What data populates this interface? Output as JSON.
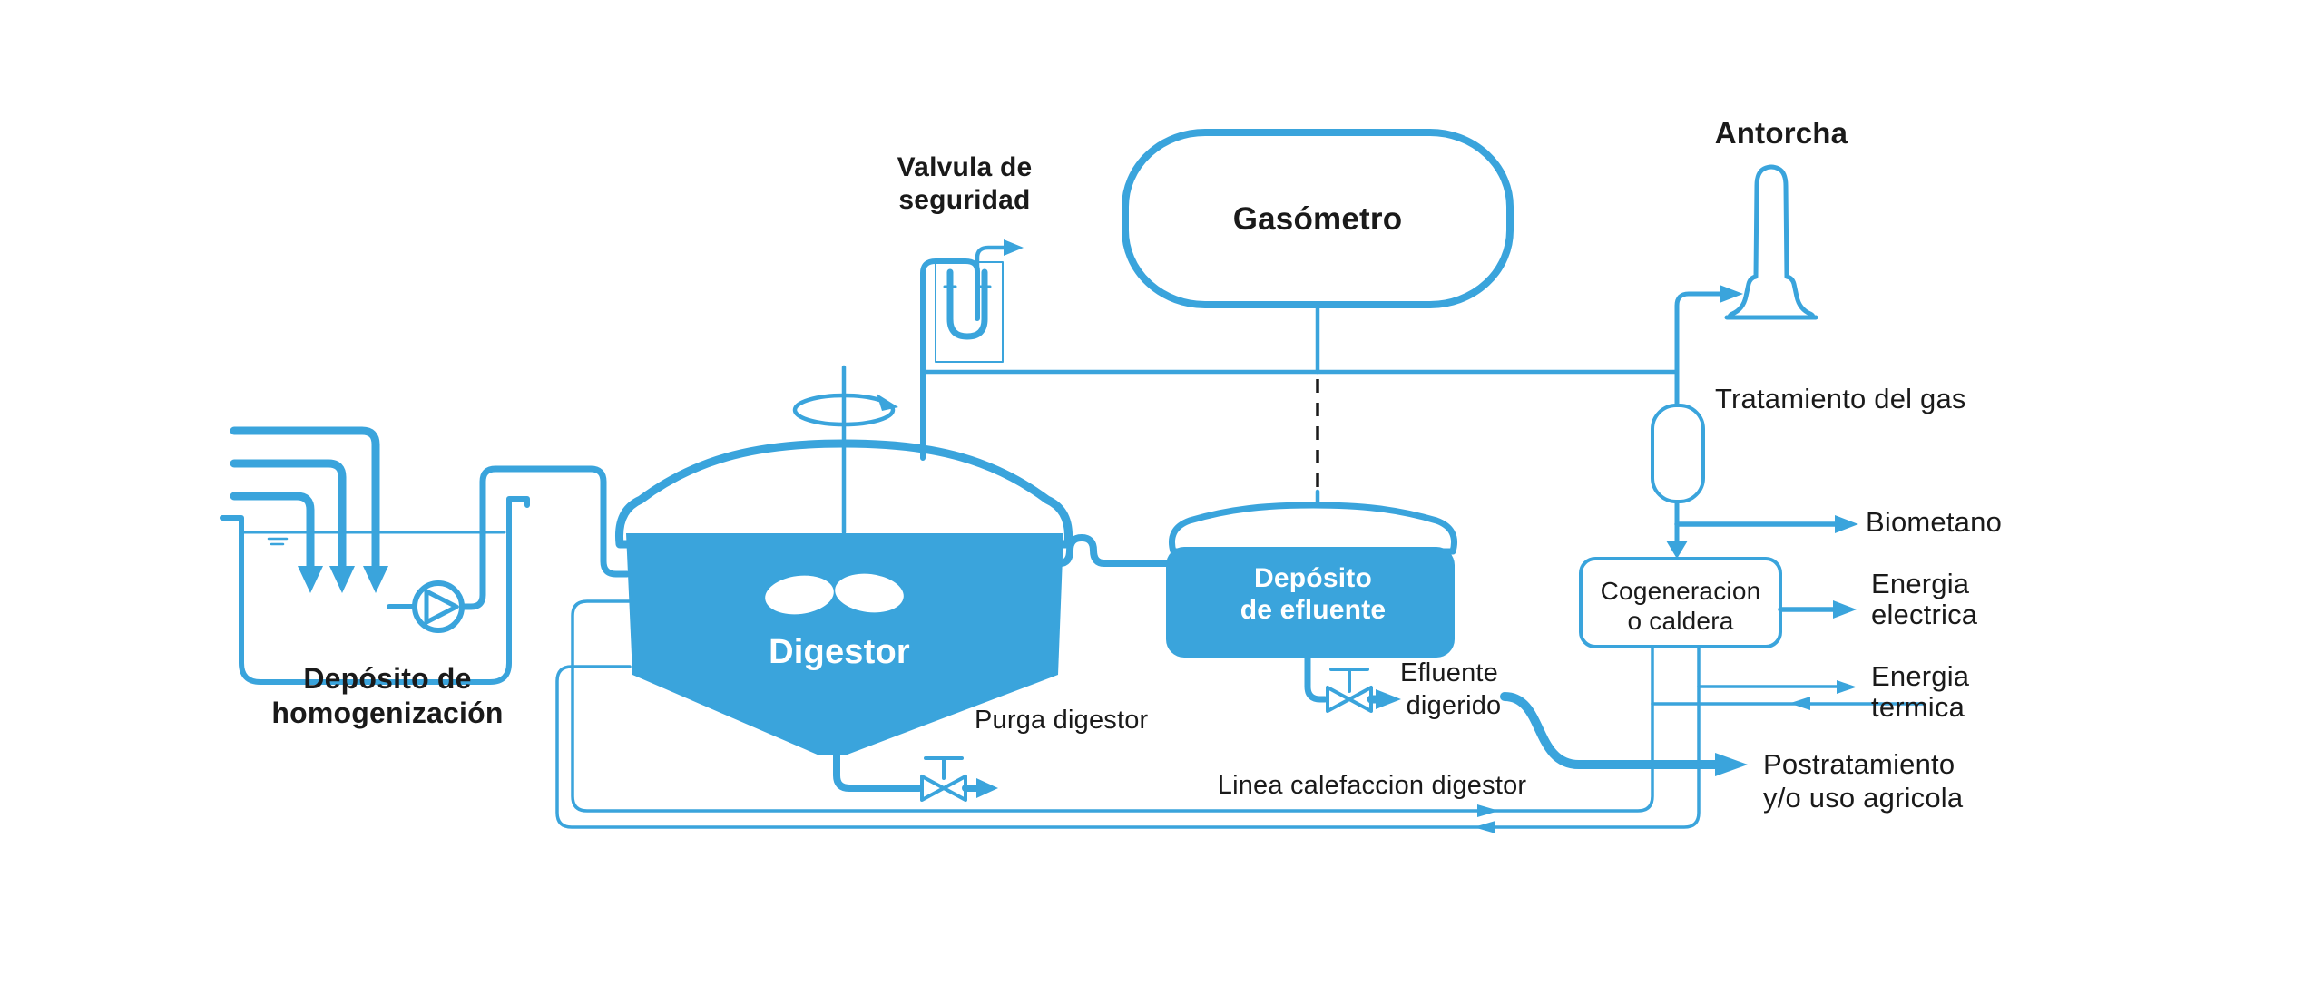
{
  "diagram": {
    "colors": {
      "line_blue": "#3aa4dc",
      "fill_blue": "#3aa4dc",
      "text_black": "#1a1a1a",
      "text_white": "#ffffff",
      "background": "#ffffff"
    },
    "labels": {
      "safety_valve": {
        "line1": "Valvula de",
        "line2": "seguridad"
      },
      "gasometer": "Gasómetro",
      "flare": "Antorcha",
      "gas_treatment": "Tratamiento del gas",
      "biomethane": "Biometano",
      "cogeneration": {
        "line1": "Cogeneracion",
        "line2": "o caldera"
      },
      "electric_energy": {
        "line1": "Energia",
        "line2": "electrica"
      },
      "thermal_energy": {
        "line1": "Energia",
        "line2": "termica"
      },
      "post_treatment": {
        "line1": "Postratamiento",
        "line2": "y/o uso agricola"
      },
      "heating_line": "Linea calefaccion digestor",
      "digested_effluent": {
        "line1": "Efluente",
        "line2": "digerido"
      },
      "digester_purge": "Purga digestor",
      "homogenization_tank": {
        "line1": "Depósito de",
        "line2": "homogenización"
      },
      "digester": "Digestor",
      "effluent_tank": {
        "line1": "Depósito",
        "line2": "de efluente"
      }
    }
  }
}
